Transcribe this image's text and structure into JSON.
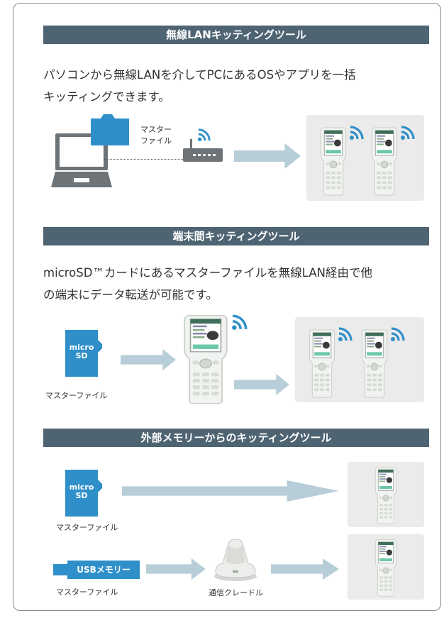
{
  "section1": {
    "header": "無線LANキッティングツール",
    "desc_line1": "パソコンから無線LANを介してPCにあるOSやアプリを一括",
    "desc_line2": "キッティングできます。",
    "folder_label_line1": "マスター",
    "folder_label_line2": "ファイル"
  },
  "section2": {
    "header": "端末間キッティングツール",
    "desc_line1": "microSD™カードにあるマスターファイルを無線LAN経由で他",
    "desc_line2": "の端末にデータ転送が可能です。",
    "sd_label_line1": "micro",
    "sd_label_line2": "SD",
    "sd_caption": "マスターファイル"
  },
  "section3": {
    "header": "外部メモリーからのキッティングツール",
    "sd_label_line1": "micro",
    "sd_label_line2": "SD",
    "sd_caption": "マスターファイル",
    "usb_label": "USBメモリー",
    "usb_caption": "マスターファイル",
    "cradle_caption": "通信クレードル"
  },
  "colors": {
    "header_bg": "#4f6473",
    "accent_blue": "#2f8fc9",
    "arrow": "#b7cdd8",
    "panel_bg": "#ebebeb",
    "laptop": "#6e7378"
  },
  "icons": [
    "laptop-icon",
    "folder-icon",
    "router-icon",
    "wifi-icon",
    "handheld-terminal-icon",
    "microsd-card-icon",
    "usb-memory-icon",
    "cradle-icon",
    "arrow-right-icon"
  ]
}
